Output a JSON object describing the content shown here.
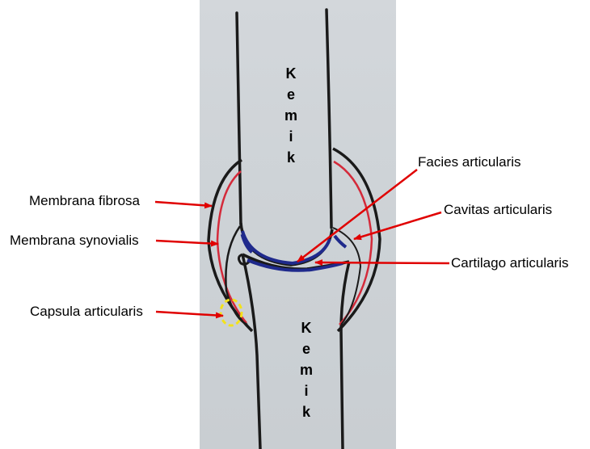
{
  "labels": {
    "membrana_fibrosa": "Membrana fibrosa",
    "membrana_synovialis": "Membrana synovialis",
    "capsula_articularis": "Capsula articularis",
    "facies_articularis": "Facies articularis",
    "cavitas_articularis": "Cavitas articularis",
    "cartilago_articularis": "Cartilago articularis"
  },
  "bone_top_letters": [
    "K",
    "e",
    "m",
    "i",
    "k"
  ],
  "bone_bottom_letters": [
    "K",
    "e",
    "m",
    "i",
    "k"
  ],
  "colors": {
    "bone_outline": "#1a1a1a",
    "synovial_membrane": "#d42a3a",
    "cartilage": "#1f2a8c",
    "arrow": "#e00000",
    "highlight_circle": "#f3e21a",
    "paper": "#cfd4d8"
  }
}
